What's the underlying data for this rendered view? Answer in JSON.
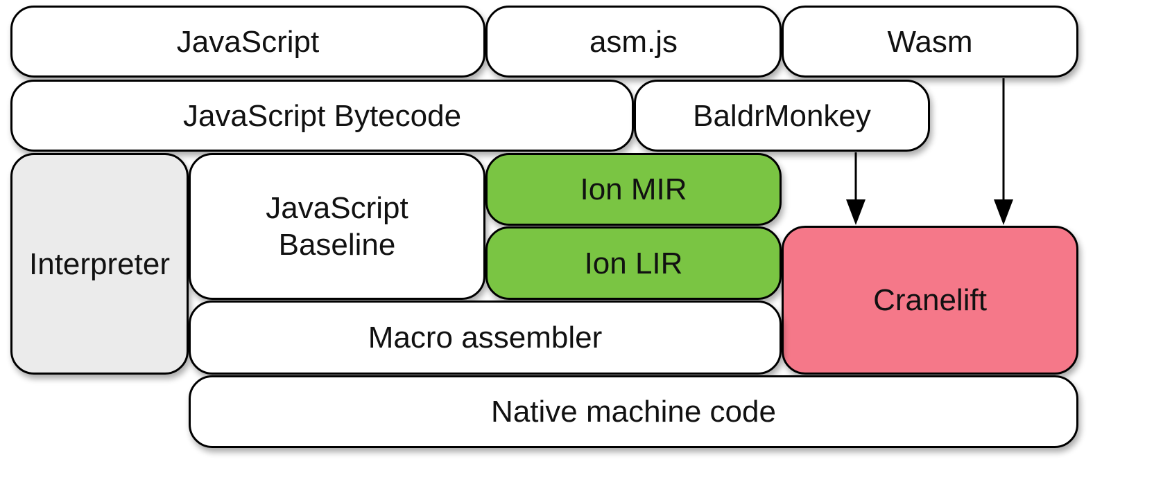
{
  "diagram": {
    "palette": {
      "default_fill": "#ffffff",
      "interpreter_fill": "#ebebeb",
      "ion_fill": "#7ac543",
      "cranelift_fill": "#f57889",
      "stroke": "#000000"
    },
    "blocks": {
      "javascript": {
        "label": "JavaScript"
      },
      "asmjs": {
        "label": "asm.js"
      },
      "wasm": {
        "label": "Wasm"
      },
      "js_bytecode": {
        "label": "JavaScript Bytecode"
      },
      "baldrmonkey": {
        "label": "BaldrMonkey"
      },
      "interpreter": {
        "label": "Interpreter"
      },
      "js_baseline": {
        "label": "JavaScript\nBaseline"
      },
      "ion_mir": {
        "label": "Ion MIR"
      },
      "ion_lir": {
        "label": "Ion LIR"
      },
      "cranelift": {
        "label": "Cranelift"
      },
      "macro_assembler": {
        "label": "Macro assembler"
      },
      "native_code": {
        "label": "Native machine code"
      }
    },
    "arrows": [
      {
        "from": "baldrmonkey",
        "to": "cranelift"
      },
      {
        "from": "wasm",
        "to": "cranelift"
      }
    ]
  }
}
